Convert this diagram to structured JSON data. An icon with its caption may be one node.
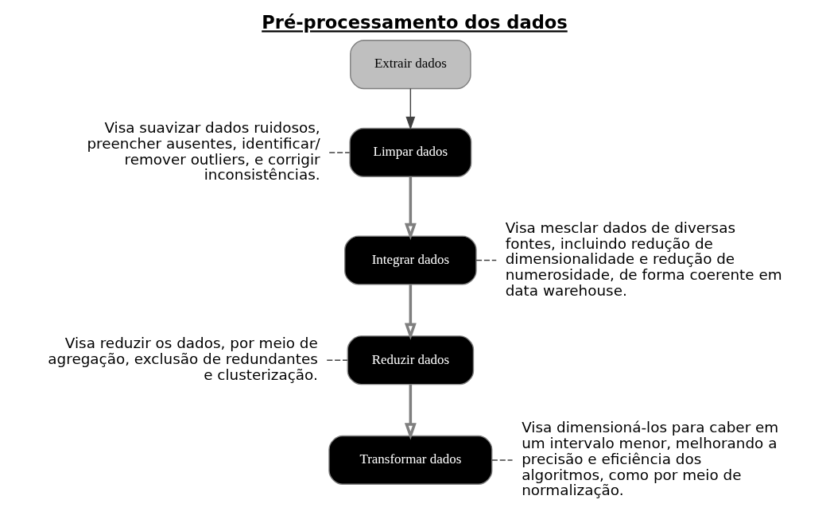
{
  "diagram": {
    "title": "Pré-processamento dos dados",
    "nodes": [
      {
        "text": [
          "Extrair dados"
        ]
      },
      {
        "text": [
          "Visa suavizar dados ruidosos, preencher ausentes, identificar/ remover outliers, e corrigir inconsistências."
        ]
      },
      {
        "text": [
          "Limpar dados"
        ]
      },
      {
        "text": [
          "Visa mesclar dados de diversas fontes, incluindo redução de dimensionalidade e redução de numerosidade, de forma coerente em data warehouse."
        ]
      },
      {
        "text": [
          "Integrar dados"
        ]
      },
      {
        "text": [
          "Visa reduzir os dados, por meio de agregação, exclusão de redundantes e clusterização."
        ]
      },
      {
        "text": [
          "Reduzir dados"
        ]
      },
      {
        "text": [
          "Visa dimensioná-los para caber em um intervalo menor, melhorando a precisão e eficiência dos algoritmos, como por meio de normalização."
        ]
      },
      {
        "text": [
          "Transformar dados"
        ]
      }
    ],
    "edges": [
      {
        "from": 0,
        "to": 2,
        "arrow": "to"
      },
      {
        "from": 2,
        "to": 4,
        "arrow": "to",
        "style": "thick",
        "color": "#7f7f7f"
      },
      {
        "from": 4,
        "to": 6,
        "arrow": "to",
        "style": "thick",
        "color": "#7f7f7f"
      },
      {
        "from": 6,
        "to": 8,
        "arrow": "to",
        "style": "thick",
        "color": "#7f7f7f"
      },
      {
        "from": 1,
        "to": 2,
        "arrow": "none",
        "style": "dashed"
      },
      {
        "from": 3,
        "to": 4,
        "arrow": "none",
        "style": "dashed"
      },
      {
        "from": 5,
        "to": 6,
        "arrow": "none",
        "style": "dashed"
      },
      {
        "from": 7,
        "to": 8,
        "arrow": "none",
        "style": "dashed"
      }
    ]
  }
}
